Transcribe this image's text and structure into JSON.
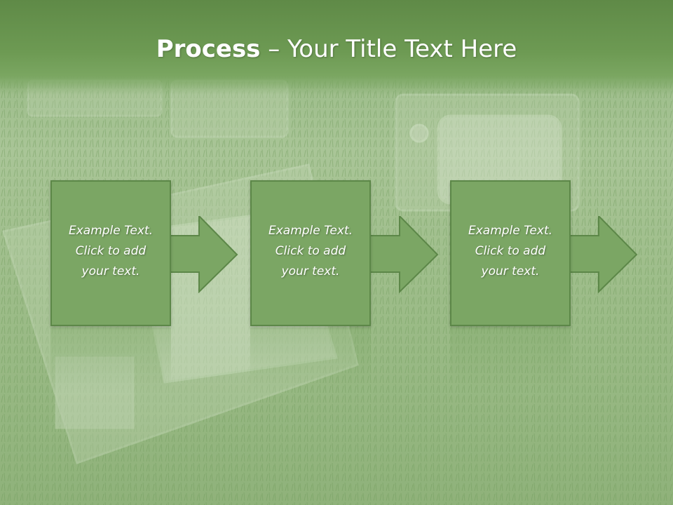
{
  "title": {
    "bold": "Process",
    "rest": " – Your Title Text Here"
  },
  "steps": [
    {
      "text": "Example Text.\nClick  to add\nyour text."
    },
    {
      "text": "Example Text.\nClick  to add\nyour text."
    },
    {
      "text": "Example Text.\nClick  to add\nyour text."
    }
  ],
  "colors": {
    "box_fill": "#7ba664",
    "box_border": "#5c8748",
    "title_band": "#6d9a53"
  }
}
